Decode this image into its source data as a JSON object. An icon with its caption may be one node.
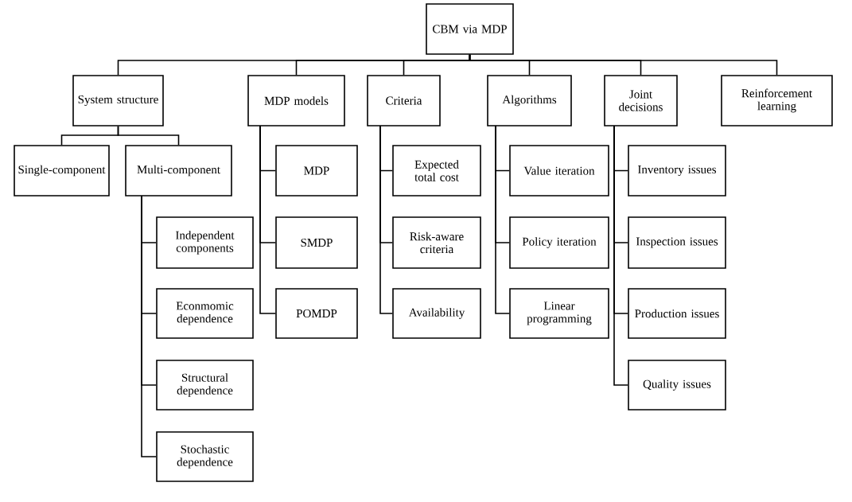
{
  "diagram": {
    "nodes": [
      {
        "text": [
          "CBM via MDP"
        ]
      },
      {
        "text": [
          "System structure"
        ]
      },
      {
        "text": [
          "Single-component"
        ]
      },
      {
        "text": [
          "Multi-component"
        ]
      },
      {
        "text": [
          "Independent components"
        ]
      },
      {
        "text": [
          "Econmomic dependence"
        ]
      },
      {
        "text": [
          "Structural dependence"
        ]
      },
      {
        "text": [
          "Stochastic dependence"
        ]
      },
      {
        "text": [
          "MDP models"
        ]
      },
      {
        "text": [
          "MDP"
        ]
      },
      {
        "text": [
          "SMDP"
        ]
      },
      {
        "text": [
          "POMDP"
        ]
      },
      {
        "text": [
          "Criteria"
        ]
      },
      {
        "text": [
          "Expected total cost"
        ]
      },
      {
        "text": [
          "Risk-aware criteria"
        ]
      },
      {
        "text": [
          "Availability"
        ]
      },
      {
        "text": [
          "Algorithms"
        ]
      },
      {
        "text": [
          "Value iteration"
        ]
      },
      {
        "text": [
          "Policy iteration"
        ]
      },
      {
        "text": [
          "Linear programming"
        ]
      },
      {
        "text": [
          "Joint decisions"
        ]
      },
      {
        "text": [
          "Inventory issues"
        ]
      },
      {
        "text": [
          "Inspection issues"
        ]
      },
      {
        "text": [
          "Production issues"
        ]
      },
      {
        "text": [
          "Quality issues"
        ]
      },
      {
        "text": [
          "Reinforcement learning"
        ]
      }
    ],
    "edges": [
      {
        "from": 0,
        "to": 1,
        "arrow": "none"
      },
      {
        "from": 0,
        "to": 8,
        "arrow": "none"
      },
      {
        "from": 0,
        "to": 12,
        "arrow": "none"
      },
      {
        "from": 0,
        "to": 16,
        "arrow": "none"
      },
      {
        "from": 0,
        "to": 20,
        "arrow": "none"
      },
      {
        "from": 0,
        "to": 25,
        "arrow": "none"
      },
      {
        "from": 1,
        "to": 2,
        "arrow": "none"
      },
      {
        "from": 1,
        "to": 3,
        "arrow": "none"
      },
      {
        "from": 3,
        "to": 4,
        "arrow": "none"
      },
      {
        "from": 3,
        "to": 5,
        "arrow": "none"
      },
      {
        "from": 3,
        "to": 6,
        "arrow": "none"
      },
      {
        "from": 3,
        "to": 7,
        "arrow": "none"
      },
      {
        "from": 8,
        "to": 9,
        "arrow": "none"
      },
      {
        "from": 8,
        "to": 10,
        "arrow": "none"
      },
      {
        "from": 8,
        "to": 11,
        "arrow": "none"
      },
      {
        "from": 12,
        "to": 13,
        "arrow": "none"
      },
      {
        "from": 12,
        "to": 14,
        "arrow": "none"
      },
      {
        "from": 12,
        "to": 15,
        "arrow": "none"
      },
      {
        "from": 16,
        "to": 17,
        "arrow": "none"
      },
      {
        "from": 16,
        "to": 18,
        "arrow": "none"
      },
      {
        "from": 16,
        "to": 19,
        "arrow": "none"
      },
      {
        "from": 20,
        "to": 21,
        "arrow": "none"
      },
      {
        "from": 20,
        "to": 22,
        "arrow": "none"
      },
      {
        "from": 20,
        "to": 23,
        "arrow": "none"
      },
      {
        "from": 20,
        "to": 24,
        "arrow": "none"
      }
    ]
  }
}
